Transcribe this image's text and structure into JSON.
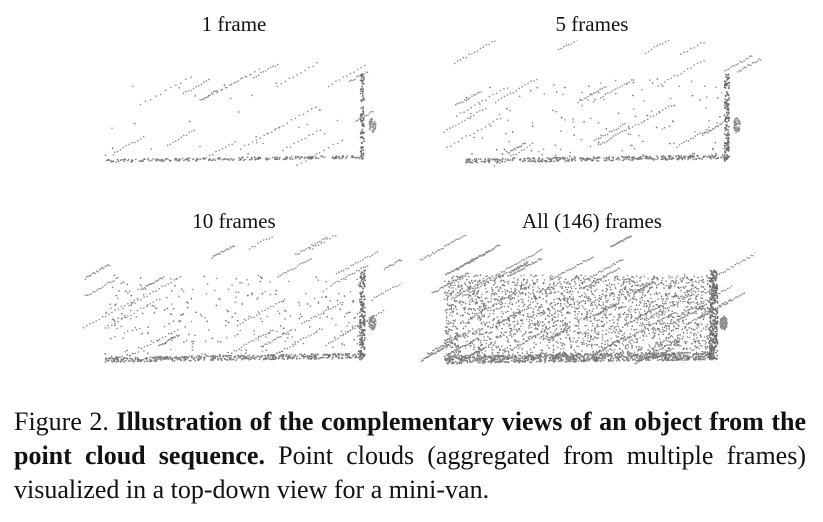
{
  "figure": {
    "panels": [
      {
        "title": "1 frame",
        "density": 1
      },
      {
        "title": "5 frames",
        "density": 5
      },
      {
        "title": "10 frames",
        "density": 10
      },
      {
        "title": "All (146) frames",
        "density": 146
      }
    ]
  },
  "caption": {
    "label": "Figure 2.",
    "bold": "Illustration of the complementary views of an object from the point cloud sequence.",
    "text": "Point clouds (aggregated from multiple frames) visualized in a top-down view for a mini-van."
  },
  "colors": {
    "points": "#8a8a8a",
    "points_dark": "#6a6a6a"
  }
}
